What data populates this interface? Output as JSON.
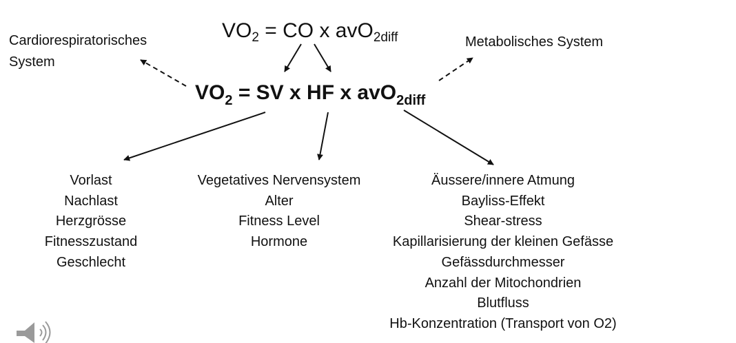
{
  "equations": {
    "top": {
      "lhs": "VO",
      "lhs_sub": "2",
      "mid": " = CO x avO",
      "rhs_sub": "2diff"
    },
    "main": {
      "lhs": "VO",
      "lhs_sub": "2",
      "mid": " = SV x HF x avO",
      "rhs_sub": "2diff"
    }
  },
  "labels": {
    "left_line1": "Cardiorespiratorisches",
    "left_line2": "System",
    "right": "Metabolisches System"
  },
  "columns": {
    "sv_factors": [
      "Vorlast",
      "Nachlast",
      "Herzgrösse",
      "Fitnesszustand",
      "Geschlecht"
    ],
    "hf_factors": [
      "Vegetatives Nervensystem",
      "Alter",
      "Fitness Level",
      "Hormone"
    ],
    "avo2_factors": [
      "Äussere/innere Atmung",
      "Bayliss-Effekt",
      "Shear-stress",
      "Kapillarisierung der kleinen Gefässe",
      "Gefässdurchmesser",
      "Anzahl der Mitochondrien",
      "Blutfluss",
      "Hb-Konzentration (Transport von O2)"
    ]
  },
  "icons": {
    "audio": "speaker-icon"
  },
  "colors": {
    "text": "#111111",
    "arrow": "#111111",
    "icon": "#9a9a9a"
  }
}
